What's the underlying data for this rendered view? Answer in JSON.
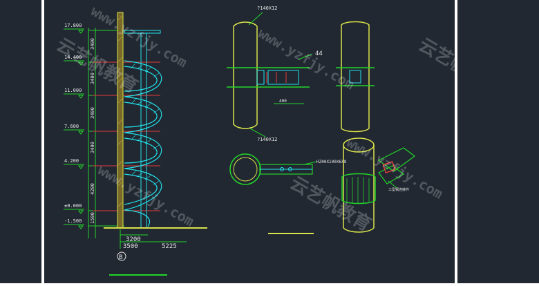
{
  "elevation": {
    "levels": [
      "17.800",
      "14.400",
      "11.000",
      "7.600",
      "4.200",
      "±0.000",
      "-1.500"
    ],
    "floor_heights": [
      "3400",
      "3400",
      "3400",
      "3400",
      "4200",
      "1500"
    ],
    "bottom_dims": [
      "3200",
      "3500",
      "5225"
    ],
    "axis_label": "B"
  },
  "detail": {
    "pipe_top": "?140X12",
    "pipe_bottom": "?140X12",
    "weld_size": "44",
    "beam_spec": "HZ00X100X6X8",
    "dim_400": "400",
    "note_3d": "工型钢连接件"
  },
  "watermark": {
    "text_cn": "云艺帆教育",
    "text_url": "www.yzfjy.com"
  },
  "colors": {
    "background": "#212831",
    "stair": "#22e5ee",
    "dimension": "#22d52a",
    "column": "#d9e24a",
    "red": "#e43b3b",
    "level_text": "#e7e7e7"
  }
}
